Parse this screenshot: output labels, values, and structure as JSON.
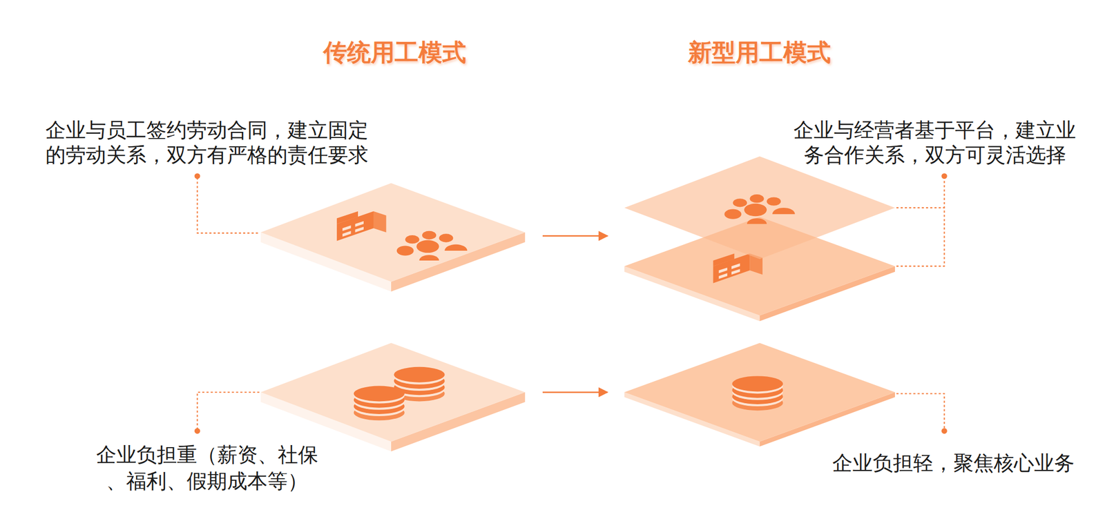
{
  "diagram": {
    "labels": [
      "传统用工模式",
      "新型用工模式",
      "企业与员工签约劳动合同，建立固定 的劳动关系，双方有严格的责任要求",
      "企业与经营者基于平台，建立业 务合作关系，双方可灵活选择",
      "企业负担重（薪资、社保 、福利、假期成本等）",
      "企业负担轻，聚焦核心业务"
    ]
  }
}
